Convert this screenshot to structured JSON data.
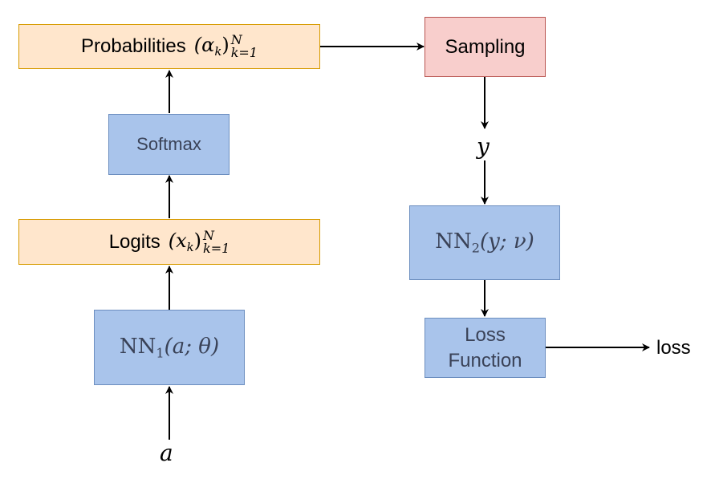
{
  "nodes": {
    "probabilities": {
      "label": "Probabilities",
      "math": "(α",
      "math_sub": "k",
      "close": ")",
      "sup": "N",
      "sub": "k=1"
    },
    "softmax": {
      "label": "Softmax"
    },
    "logits": {
      "label": "Logits",
      "math": "(x",
      "math_sub": "k",
      "close": ")",
      "sup": "N",
      "sub": "k=1"
    },
    "nn1": {
      "name": "NN",
      "index": "1",
      "args": "(a; θ)"
    },
    "sampling": {
      "label": "Sampling"
    },
    "nn2": {
      "name": "NN",
      "index": "2",
      "args": "(y; ν)"
    },
    "loss_function": {
      "line1": "Loss",
      "line2": "Function"
    }
  },
  "labels": {
    "input_a": "a",
    "y": "y",
    "loss": "loss"
  },
  "colors": {
    "orange_fill": "#ffe6cc",
    "orange_stroke": "#d79b00",
    "blue_fill": "#a9c4eb",
    "blue_stroke": "#6c8ebf",
    "red_fill": "#f8cecc",
    "red_stroke": "#b85450"
  }
}
